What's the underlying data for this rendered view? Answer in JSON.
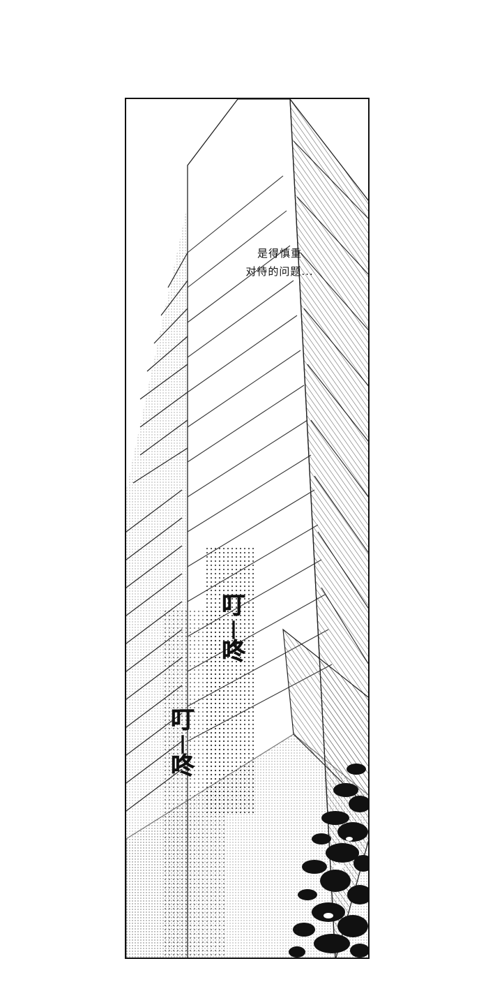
{
  "caption": {
    "line1": "是得慎重",
    "line2": "对待的问题..."
  },
  "sfx_upper": {
    "char1": "叮",
    "dash": "|",
    "char2": "咚"
  },
  "sfx_lower": {
    "char1": "叮",
    "dash": "|",
    "char2": "咚"
  }
}
